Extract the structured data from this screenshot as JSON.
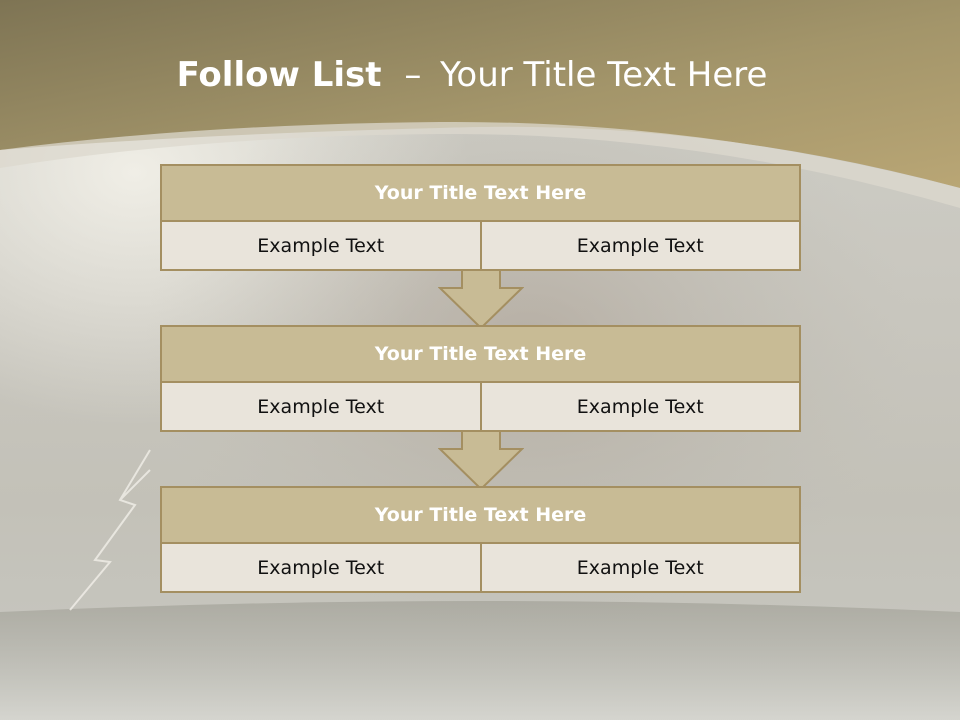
{
  "slide": {
    "title_bold": "Follow List",
    "title_separator": "–",
    "title_rest": "Your Title Text Here"
  },
  "blocks": [
    {
      "title": "Your Title Text Here",
      "left": "Example Text",
      "right": "Example Text"
    },
    {
      "title": "Your Title Text Here",
      "left": "Example Text",
      "right": "Example Text"
    },
    {
      "title": "Your Title Text Here",
      "left": "Example Text",
      "right": "Example Text"
    }
  ],
  "colors": {
    "header_fill": "#c8bb95",
    "border": "#a48f61",
    "cell_fill": "#e9e4db",
    "banner": "#b3a171"
  }
}
